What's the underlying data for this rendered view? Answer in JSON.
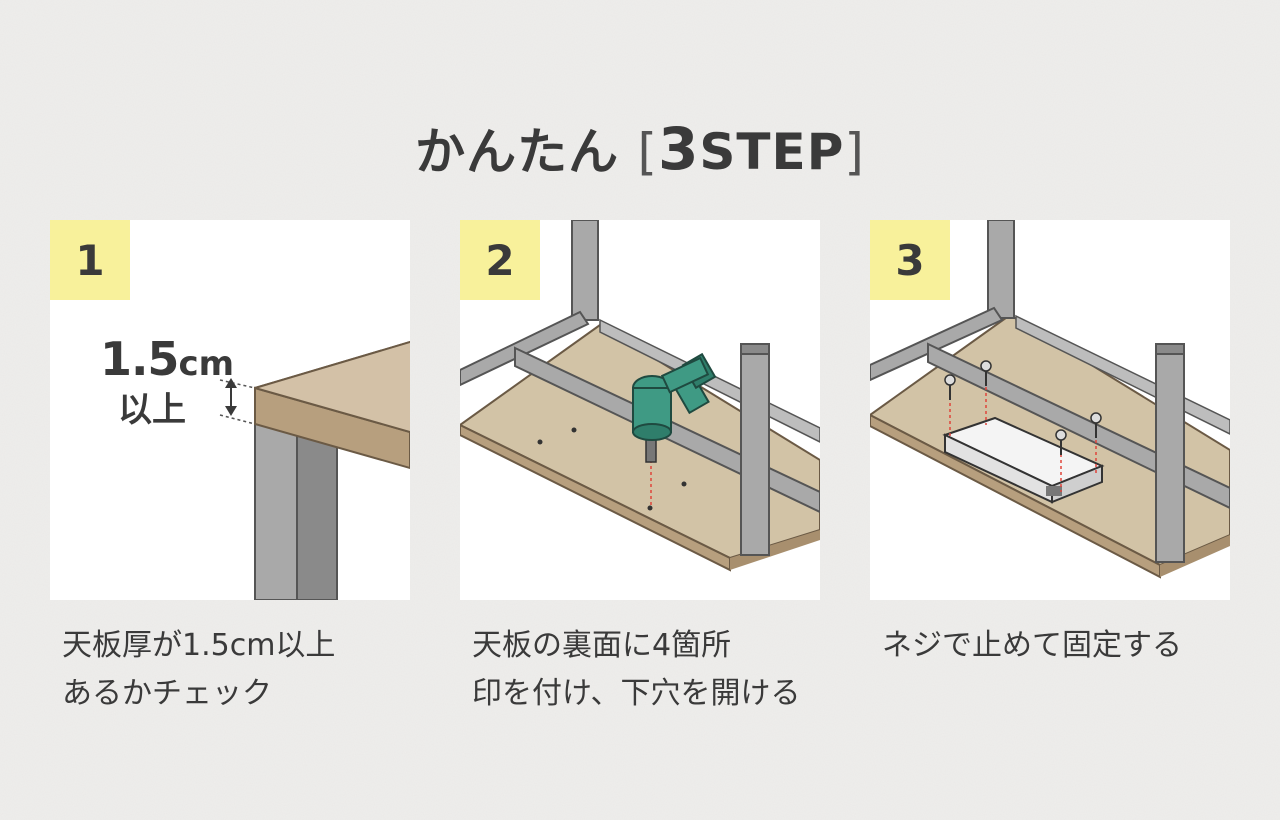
{
  "header": {
    "title_main": "かんたん",
    "bracket_open": "[",
    "step_number": "3",
    "step_word": "STEP",
    "bracket_close": "]"
  },
  "steps": [
    {
      "number": "1",
      "thickness_value": "1.5",
      "thickness_unit": "cm",
      "thickness_suffix": "以上",
      "caption_line1": "天板厚が1.5cm以上",
      "caption_line2": "あるかチェック"
    },
    {
      "number": "2",
      "caption_line1": "天板の裏面に4箇所",
      "caption_line2": "印を付け、下穴を開ける"
    },
    {
      "number": "3",
      "caption_line1": "ネジで止めて固定する"
    }
  ],
  "colors": {
    "background": "#efeeec",
    "badge": "#f8f19b",
    "wood_top": "#c9b59a",
    "wood_edge": "#b79f7e",
    "frame": "#a9a9a9",
    "drill": "#3f9a84",
    "marker": "#e0443a"
  }
}
